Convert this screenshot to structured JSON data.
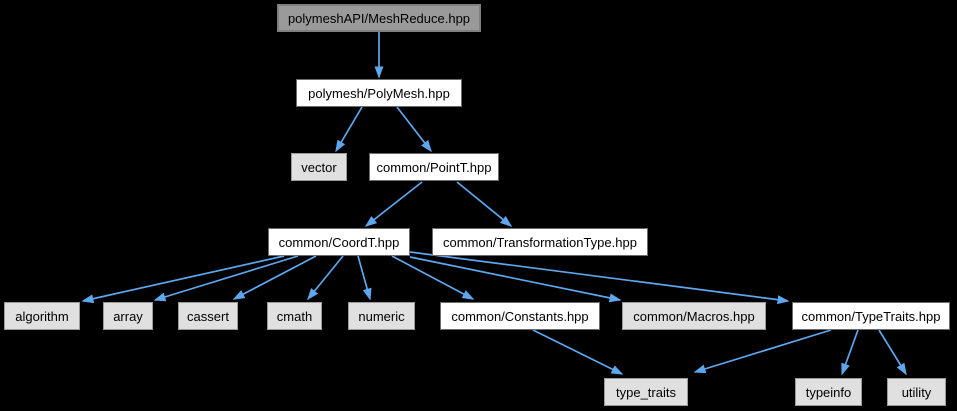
{
  "diagram": {
    "type": "include-dependency-graph",
    "colors": {
      "background": "#000000",
      "edge": "#5ca7ee",
      "root_fill": "#9a9a9a",
      "root_border": "#7f7f7f",
      "linked_fill": "#ffffff",
      "linked_border": "#6b6b6b",
      "plain_fill": "#e0e0e0",
      "plain_border": "#9b9b9b",
      "text": "#000000"
    },
    "nodes": [
      {
        "id": "meshreduce",
        "label": "polymeshAPI/MeshReduce.hpp",
        "kind": "root"
      },
      {
        "id": "polymesh",
        "label": "polymesh/PolyMesh.hpp",
        "kind": "linked"
      },
      {
        "id": "vector",
        "label": "vector",
        "kind": "plain"
      },
      {
        "id": "pointt",
        "label": "common/PointT.hpp",
        "kind": "linked"
      },
      {
        "id": "coordt",
        "label": "common/CoordT.hpp",
        "kind": "linked"
      },
      {
        "id": "transformationtype",
        "label": "common/TransformationType.hpp",
        "kind": "linked"
      },
      {
        "id": "algorithm",
        "label": "algorithm",
        "kind": "plain"
      },
      {
        "id": "array",
        "label": "array",
        "kind": "plain"
      },
      {
        "id": "cassert",
        "label": "cassert",
        "kind": "plain"
      },
      {
        "id": "cmath",
        "label": "cmath",
        "kind": "plain"
      },
      {
        "id": "numeric",
        "label": "numeric",
        "kind": "plain"
      },
      {
        "id": "constants",
        "label": "common/Constants.hpp",
        "kind": "linked"
      },
      {
        "id": "macros",
        "label": "common/Macros.hpp",
        "kind": "plain"
      },
      {
        "id": "typetraits",
        "label": "common/TypeTraits.hpp",
        "kind": "linked"
      },
      {
        "id": "type_traits",
        "label": "type_traits",
        "kind": "plain"
      },
      {
        "id": "typeinfo",
        "label": "typeinfo",
        "kind": "plain"
      },
      {
        "id": "utility",
        "label": "utility",
        "kind": "plain"
      }
    ],
    "edges": [
      {
        "from": "meshreduce",
        "to": "polymesh"
      },
      {
        "from": "polymesh",
        "to": "vector"
      },
      {
        "from": "polymesh",
        "to": "pointt"
      },
      {
        "from": "pointt",
        "to": "coordt"
      },
      {
        "from": "pointt",
        "to": "transformationtype"
      },
      {
        "from": "coordt",
        "to": "algorithm"
      },
      {
        "from": "coordt",
        "to": "array"
      },
      {
        "from": "coordt",
        "to": "cassert"
      },
      {
        "from": "coordt",
        "to": "cmath"
      },
      {
        "from": "coordt",
        "to": "numeric"
      },
      {
        "from": "coordt",
        "to": "constants"
      },
      {
        "from": "coordt",
        "to": "macros"
      },
      {
        "from": "coordt",
        "to": "typetraits"
      },
      {
        "from": "constants",
        "to": "type_traits"
      },
      {
        "from": "typetraits",
        "to": "type_traits"
      },
      {
        "from": "typetraits",
        "to": "typeinfo"
      },
      {
        "from": "typetraits",
        "to": "utility"
      }
    ]
  }
}
